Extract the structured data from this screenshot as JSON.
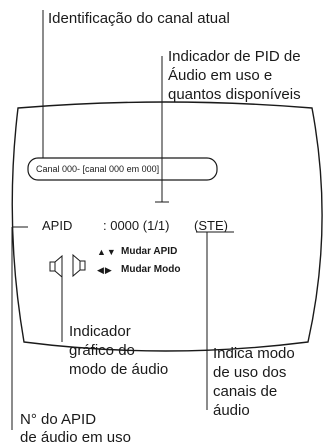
{
  "callouts": {
    "current_channel_id": "Identificação do canal atual",
    "audio_pid_indicator": [
      "Indicador de PID de",
      "Áudio em uso e",
      "quantos disponíveis"
    ],
    "audio_mode_graphic": [
      "Indicador",
      "gráfico do",
      "modo de áudio"
    ],
    "channel_usage_mode": [
      "Indica  modo",
      "de uso dos",
      "canais de",
      "áudio"
    ],
    "apid_number": [
      "N° do APID",
      "de áudio em uso"
    ]
  },
  "osd": {
    "channel_bar": "Canal 000- [canal 000 em 000]",
    "apid_label": "APID",
    "apid_value": ": 0000 (1/1)",
    "stereo_mode": "(STE)",
    "hint_updown_arrows": "▲▼",
    "hint_change_apid": "Mudar APID",
    "hint_leftright_arrows": "◀▶",
    "hint_change_mode": "Mudar Modo"
  }
}
